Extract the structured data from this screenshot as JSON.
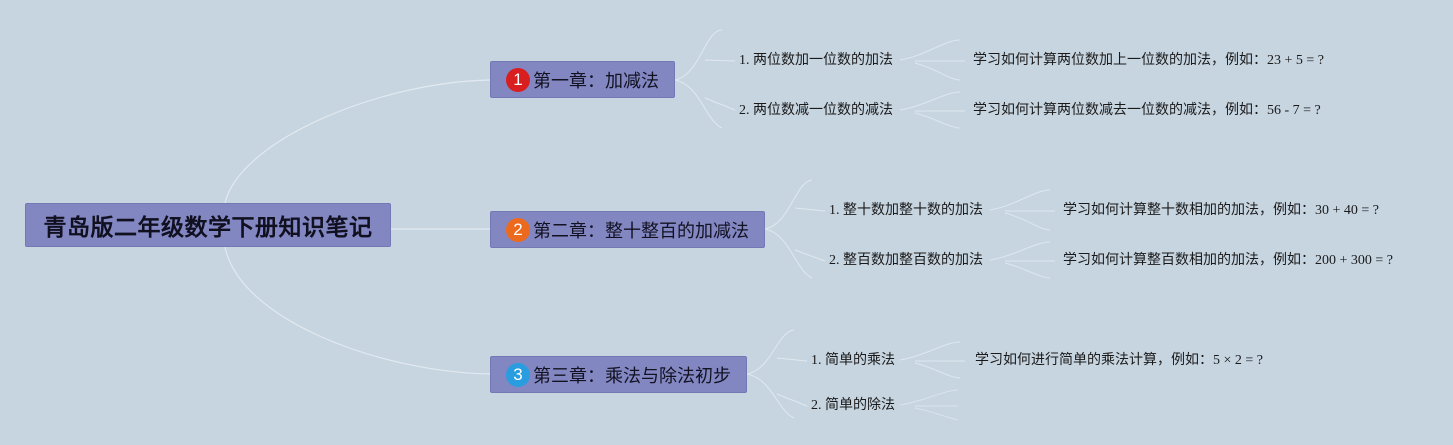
{
  "root": {
    "label": "青岛版二年级数学下册知识笔记"
  },
  "colors": {
    "background": "#c7d5e1",
    "node_fill": "#8286c1",
    "link": "#e6edf3",
    "badge_1": "#d81e1e",
    "badge_2": "#ec6a1d",
    "badge_3": "#2a9de0"
  },
  "chapters": [
    {
      "badge": "1",
      "label": "第一章：加减法",
      "topics": [
        {
          "label": "1. 两位数加一位数的加法",
          "desc": "学习如何计算两位数加上一位数的加法，例如：23 + 5 = ?"
        },
        {
          "label": "2. 两位数减一位数的减法",
          "desc": "学习如何计算两位数减去一位数的减法，例如：56 - 7 = ?"
        }
      ]
    },
    {
      "badge": "2",
      "label": "第二章：整十整百的加减法",
      "topics": [
        {
          "label": "1. 整十数加整十数的加法",
          "desc": "学习如何计算整十数相加的加法，例如：30 + 40 = ?"
        },
        {
          "label": "2. 整百数加整百数的加法",
          "desc": "学习如何计算整百数相加的加法，例如：200 + 300 = ?"
        }
      ]
    },
    {
      "badge": "3",
      "label": "第三章：乘法与除法初步",
      "topics": [
        {
          "label": "1. 简单的乘法",
          "desc": "学习如何进行简单的乘法计算，例如：5 × 2 = ?"
        },
        {
          "label": "2. 简单的除法",
          "desc": ""
        }
      ]
    }
  ]
}
